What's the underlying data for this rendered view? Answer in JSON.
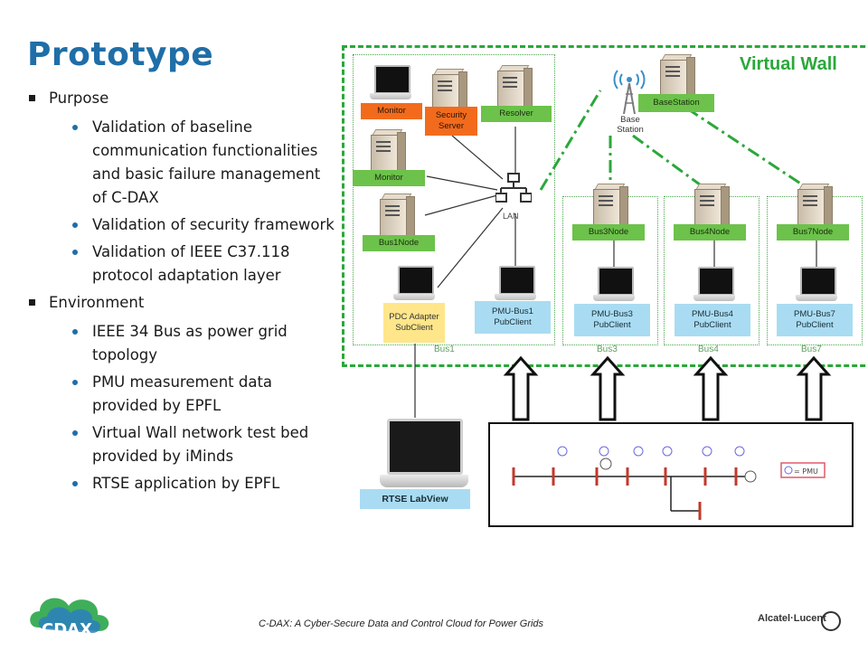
{
  "title": "Prototype",
  "bullets": {
    "purpose": "Purpose",
    "purpose_items": [
      "Validation of baseline communication functionalities and basic failure management of C-DAX",
      "Validation of security framework",
      "Validation of IEEE C37.118 protocol adaptation layer"
    ],
    "environment": "Environment",
    "environment_items": [
      "IEEE 34 Bus as power grid topology",
      "PMU measurement data provided by EPFL",
      "Virtual Wall network test bed provided by iMinds",
      "RTSE application by EPFL"
    ]
  },
  "diagram": {
    "wall_label": "Virtual Wall",
    "monitor_top": "Monitor",
    "security_server": "Security Server",
    "resolver": "Resolver",
    "monitor_mid": "Monitor",
    "bus1node": "Bus1Node",
    "pdc": "PDC Adapter SubClient",
    "pmu_bus1": "PMU-Bus1 PubClient",
    "lan": "LAN",
    "base_station": "Base Station",
    "basestation_label": "BaseStation",
    "bus3node": "Bus3Node",
    "bus4node": "Bus4Node",
    "bus7node": "Bus7Node",
    "pmu_bus3": "PMU-Bus3 PubClient",
    "pmu_bus4": "PMU-Bus4 PubClient",
    "pmu_bus7": "PMU-Bus7 PubClient",
    "bus1": "Bus1",
    "bus3": "Bus3",
    "bus4": "Bus4",
    "bus7": "Bus7",
    "rtse": "RTSE LabView",
    "pmu_legend": "= PMU"
  },
  "colors": {
    "title": "#1f6ea8",
    "wall": "#2aa83a",
    "node_green": "#6cc24a",
    "monitor_orange": "#f26b1d",
    "pdc_yellow": "#ffe68a",
    "pub_blue": "#a9dcf2"
  },
  "footer": {
    "caption": "C-DAX: A Cyber-Secure Data and Control Cloud for Power Grids",
    "logo_left": "CDAX",
    "logo_right": "Alcatel·Lucent"
  }
}
